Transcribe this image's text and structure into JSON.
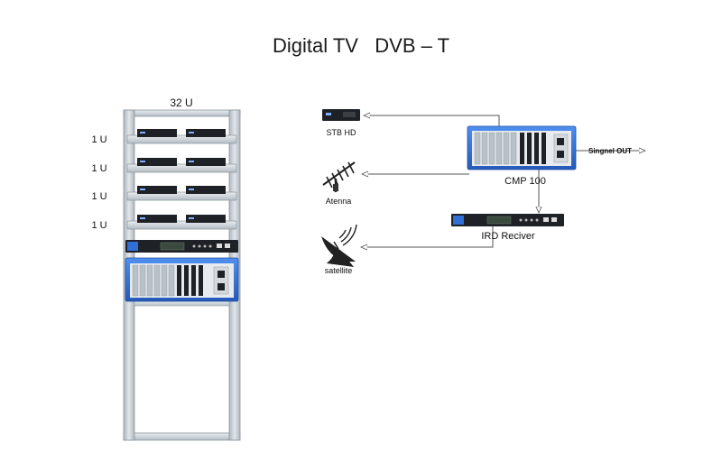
{
  "title": "Digital TV   DVB – T",
  "rack": {
    "size_label": "32 U",
    "unit_labels": [
      "1 U",
      "1 U",
      "1 U",
      "1 U"
    ]
  },
  "devices": {
    "stb": "STB HD",
    "antenna": "Atenna",
    "satellite": "satellite",
    "cmp": "CMP 100",
    "ird": "IRD Reciver",
    "signal_out": "Singnel OUT"
  },
  "colors": {
    "frame": "#c9d0d6",
    "frame_stroke": "#8d979f",
    "device_dark": "#1e2126",
    "chassis_blue": "#2f6fd6",
    "line": "#555555"
  }
}
